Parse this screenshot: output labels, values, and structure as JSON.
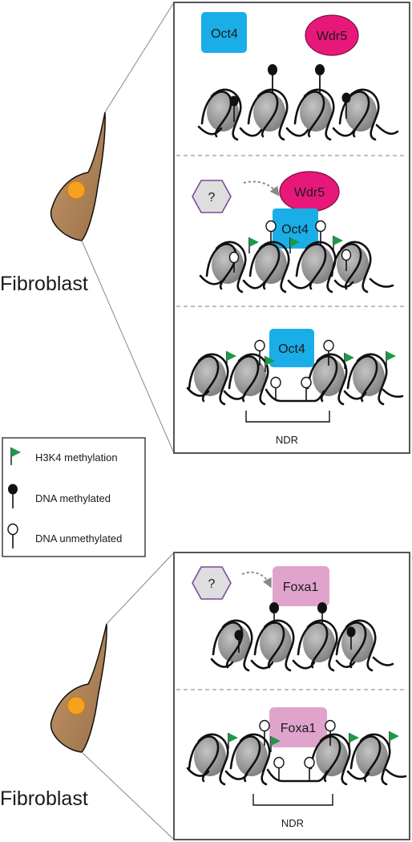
{
  "cell_label_top": "Fibroblast",
  "cell_label_bottom": "Fibroblast",
  "panels": {
    "oct4_1": "Oct4",
    "wdr5_1": "Wdr5",
    "question_1": "?",
    "wdr5_2": "Wdr5",
    "oct4_2": "Oct4",
    "oct4_3": "Oct4",
    "ndr_top": "NDR",
    "question_2": "?",
    "foxa1_1": "Foxa1",
    "foxa1_2": "Foxa1",
    "ndr_bottom": "NDR"
  },
  "legend": {
    "h3k4": "H3K4 methylation",
    "methylated": "DNA methylated",
    "unmethylated": "DNA unmethylated"
  },
  "colors": {
    "oct4": "#1aaee8",
    "wdr5": "#e8187a",
    "foxa1": "#e0a4cc",
    "flag": "#1a9a48",
    "nucleosome": "#9a9a9a",
    "question_hex": "#7a4a9a",
    "cell_body": "#b5885a",
    "nucleus": "#f6a020"
  }
}
